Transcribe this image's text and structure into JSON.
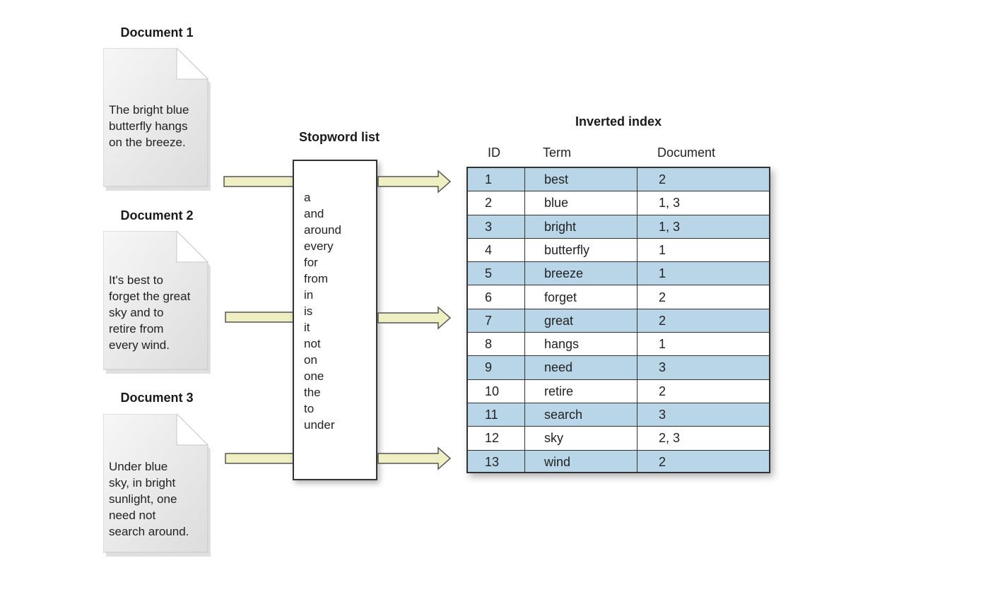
{
  "documents": [
    {
      "title": "Document 1",
      "text": "The bright blue\nbutterfly hangs\non the breeze."
    },
    {
      "title": "Document 2",
      "text": "It's best to\nforget the great\nsky and to\nretire from\nevery wind."
    },
    {
      "title": "Document 3",
      "text": "Under blue\nsky, in bright\nsunlight, one\nneed not\nsearch around."
    }
  ],
  "stopword": {
    "title": "Stopword list",
    "words": [
      "a",
      "and",
      "around",
      "every",
      "for",
      "from",
      "in",
      "is",
      "it",
      "not",
      "on",
      "one",
      "the",
      "to",
      "under"
    ]
  },
  "index": {
    "title": "Inverted index",
    "headers": {
      "id": "ID",
      "term": "Term",
      "document": "Document"
    },
    "rows": [
      {
        "id": "1",
        "term": "best",
        "docs": "2"
      },
      {
        "id": "2",
        "term": "blue",
        "docs": "1, 3"
      },
      {
        "id": "3",
        "term": "bright",
        "docs": "1, 3"
      },
      {
        "id": "4",
        "term": "butterfly",
        "docs": "1"
      },
      {
        "id": "5",
        "term": "breeze",
        "docs": "1"
      },
      {
        "id": "6",
        "term": "forget",
        "docs": "2"
      },
      {
        "id": "7",
        "term": "great",
        "docs": "2"
      },
      {
        "id": "8",
        "term": "hangs",
        "docs": "1"
      },
      {
        "id": "9",
        "term": "need",
        "docs": "3"
      },
      {
        "id": "10",
        "term": "retire",
        "docs": "2"
      },
      {
        "id": "11",
        "term": "search",
        "docs": "3"
      },
      {
        "id": "12",
        "term": "sky",
        "docs": "2, 3"
      },
      {
        "id": "13",
        "term": "wind",
        "docs": "2"
      }
    ]
  },
  "colors": {
    "row_shade": "#b9d6e8",
    "arrow_fill": "#efefc4",
    "arrow_stroke": "#555555"
  },
  "icons": {
    "document": "document-page-icon",
    "arrow": "right-arrow-icon"
  }
}
